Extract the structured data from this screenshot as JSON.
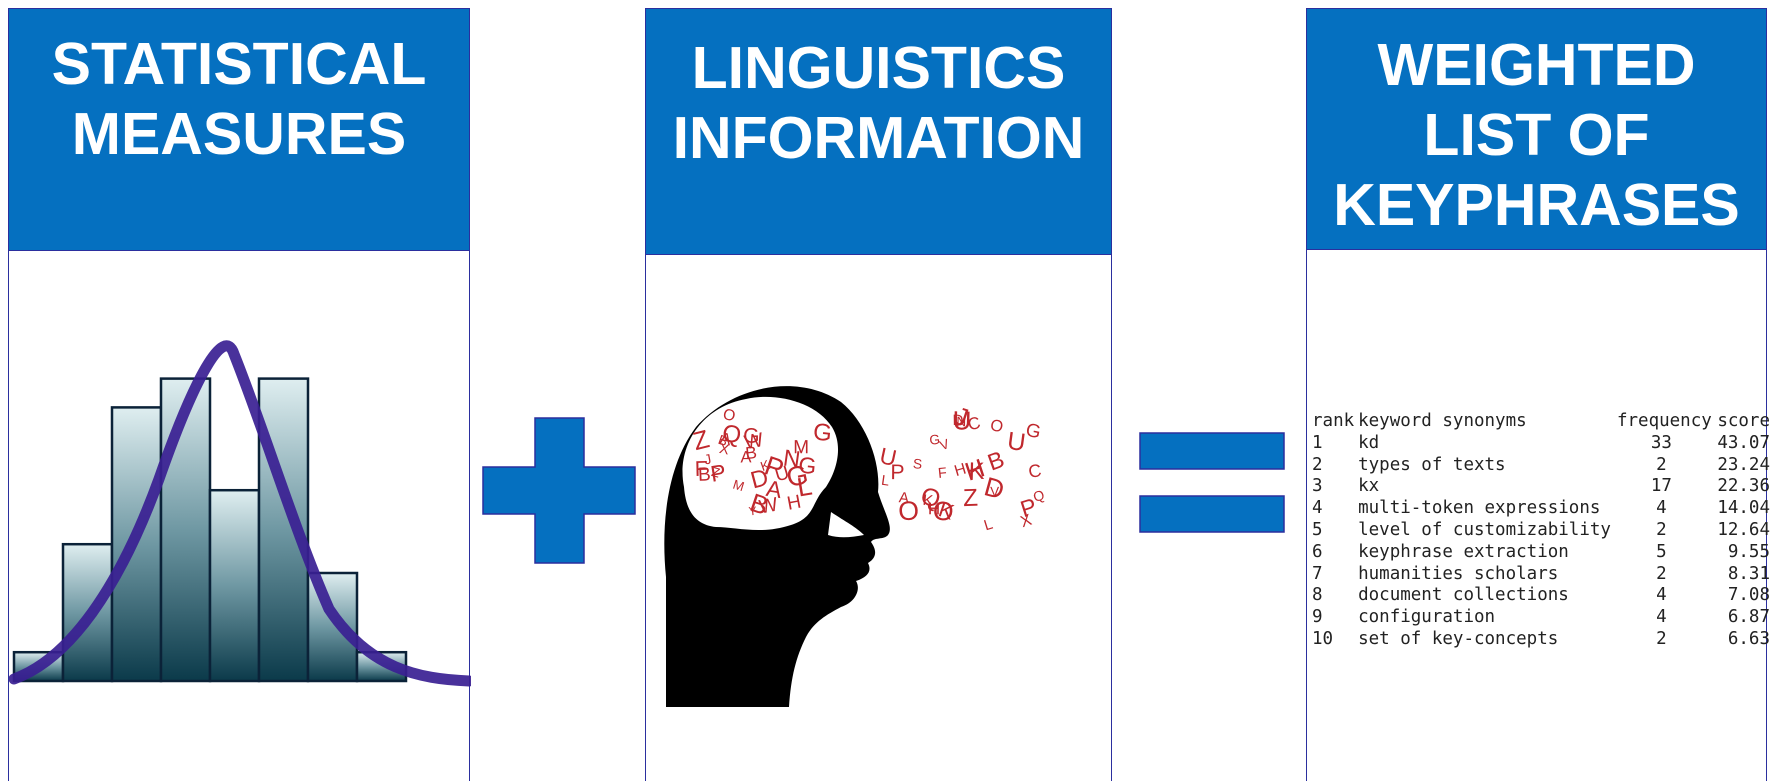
{
  "panels": {
    "statistical": {
      "title": "STATISTICAL\nMEASURES"
    },
    "linguistics": {
      "title": "LINGUISTICS\nINFORMATION"
    },
    "weighted": {
      "title": "WEIGHTED\nLIST OF\nKEYPHRASES"
    }
  },
  "operators": {
    "plus": "plus-sign",
    "equals": "equals-sign"
  },
  "colors": {
    "header_blue": "#0570c0",
    "border": "#2b2f9e",
    "curve": "#3a1f93",
    "letters": "#c0282d"
  },
  "histogram": {
    "relative_bar_heights": [
      0.08,
      0.38,
      0.76,
      0.84,
      0.53,
      0.84,
      0.3,
      0.08
    ]
  },
  "head_letters": "JZAWGPGPHXMWQUGMBDBGBAYBFLNOKZA",
  "speech_letters": "UXQPKVDOPKHOHNZUHUDLBGOQGCKJVLCSFA",
  "keyphrase_table": {
    "headers": {
      "rank": "rank",
      "keyword": "keyword synonyms",
      "frequency": "frequency",
      "score": "score"
    },
    "rows": [
      {
        "rank": "1",
        "keyword": "kd",
        "frequency": "33",
        "score": "43.07"
      },
      {
        "rank": "2",
        "keyword": "types of texts",
        "frequency": "2",
        "score": "23.24"
      },
      {
        "rank": "3",
        "keyword": "kx",
        "frequency": "17",
        "score": "22.36"
      },
      {
        "rank": "4",
        "keyword": "multi-token expressions",
        "frequency": "4",
        "score": "14.04"
      },
      {
        "rank": "5",
        "keyword": "level of customizability",
        "frequency": "2",
        "score": "12.64"
      },
      {
        "rank": "6",
        "keyword": "keyphrase extraction",
        "frequency": "5",
        "score": "9.55"
      },
      {
        "rank": "7",
        "keyword": "humanities scholars",
        "frequency": "2",
        "score": "8.31"
      },
      {
        "rank": "8",
        "keyword": "document collections",
        "frequency": "4",
        "score": "7.08"
      },
      {
        "rank": "9",
        "keyword": "configuration",
        "frequency": "4",
        "score": "6.87"
      },
      {
        "rank": "10",
        "keyword": "set of key-concepts",
        "frequency": "2",
        "score": "6.63"
      }
    ]
  }
}
